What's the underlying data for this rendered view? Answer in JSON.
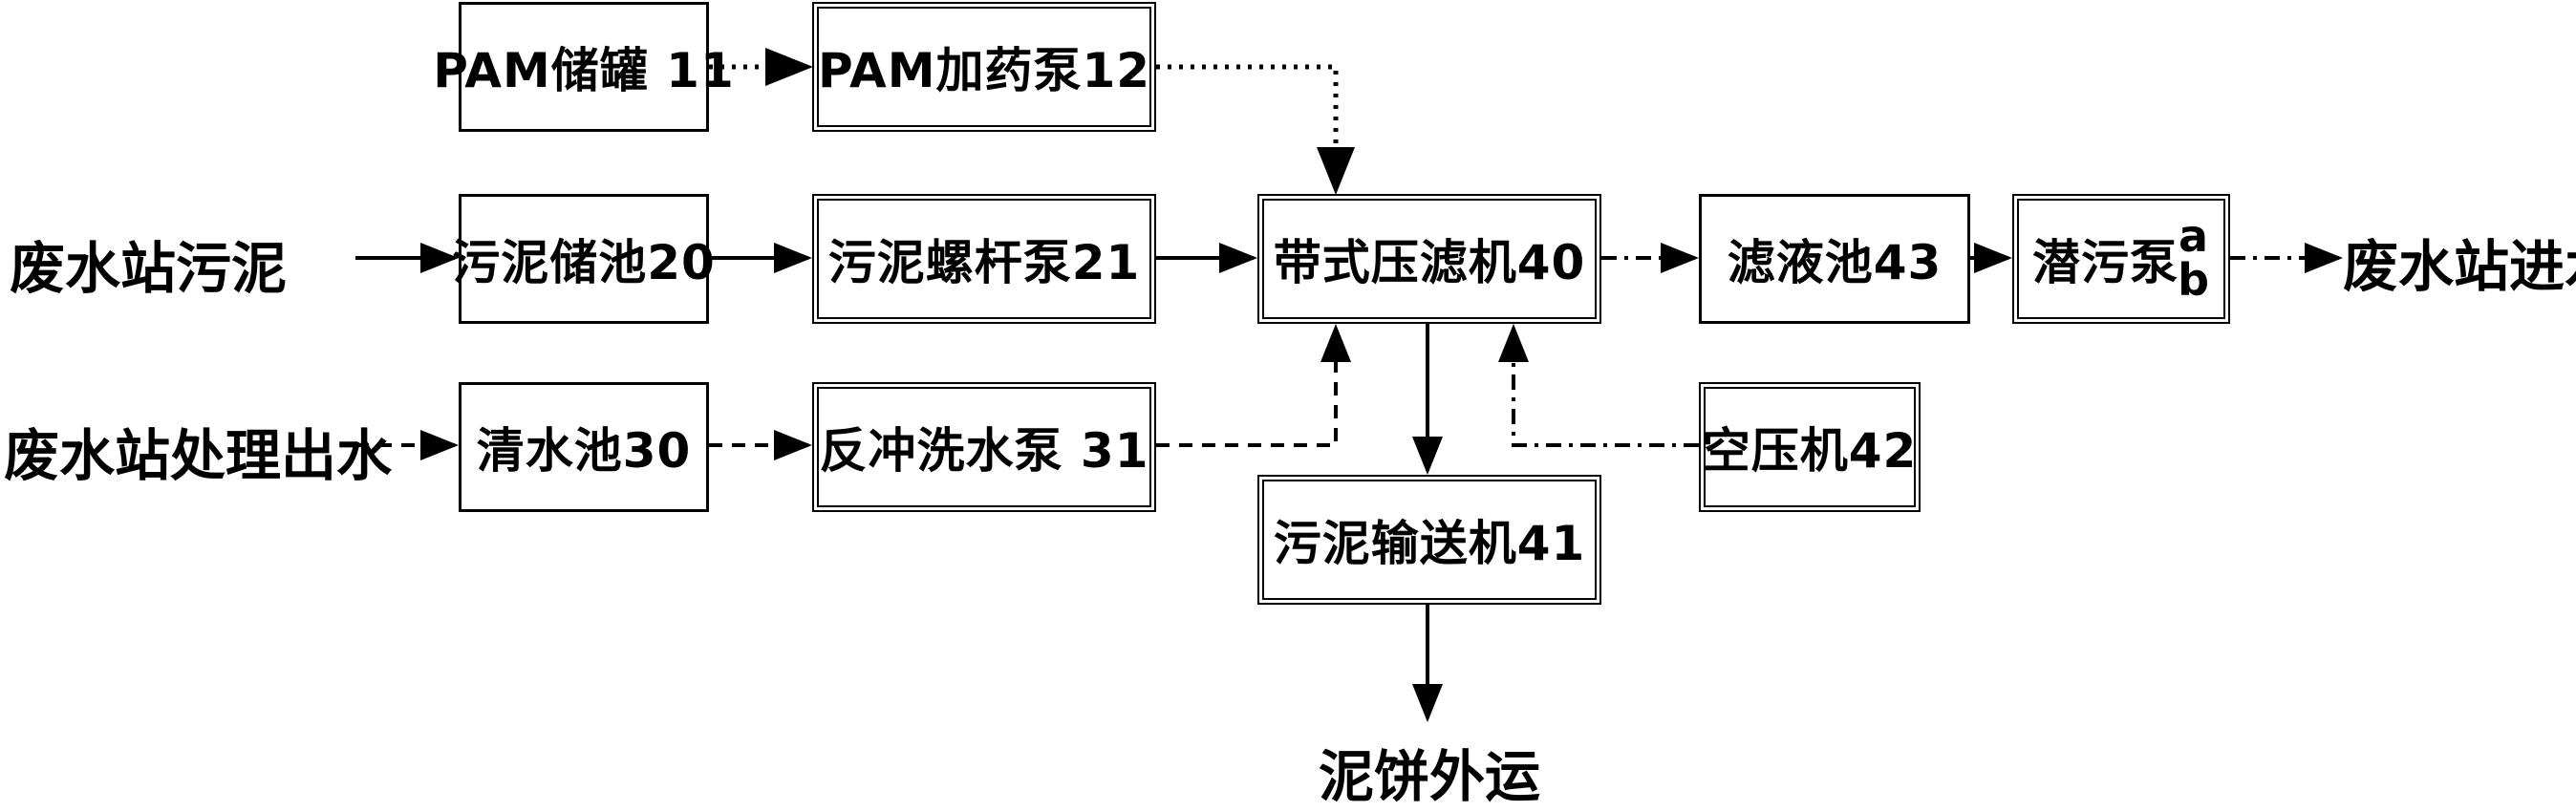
{
  "inputs": {
    "wastewater_station_sludge": "废水站污泥",
    "wastewater_station_treated_effluent": "废水站处理出水"
  },
  "outputs": {
    "wastewater_station_inlet": "废水站进水",
    "sludge_cake_transport": "泥饼外运"
  },
  "boxes": {
    "pam_tank": "PAM储罐 11",
    "pam_dosing_pump": "PAM加药泵12",
    "sludge_storage_tank": "污泥储池20",
    "sludge_screw_pump": "污泥螺杆泵21",
    "belt_filter_press": "带式压滤机40",
    "filtrate_tank": "滤液池43",
    "submersible_pump": "潜污泵",
    "submersible_pump_a": "a",
    "submersible_pump_b": "b",
    "clear_water_tank": "清水池30",
    "backwash_pump": "反冲洗水泵 31",
    "air_compressor": "空压机42",
    "sludge_conveyor": "污泥输送机41"
  },
  "colors": {
    "line": "#000000",
    "background": "#ffffff"
  }
}
